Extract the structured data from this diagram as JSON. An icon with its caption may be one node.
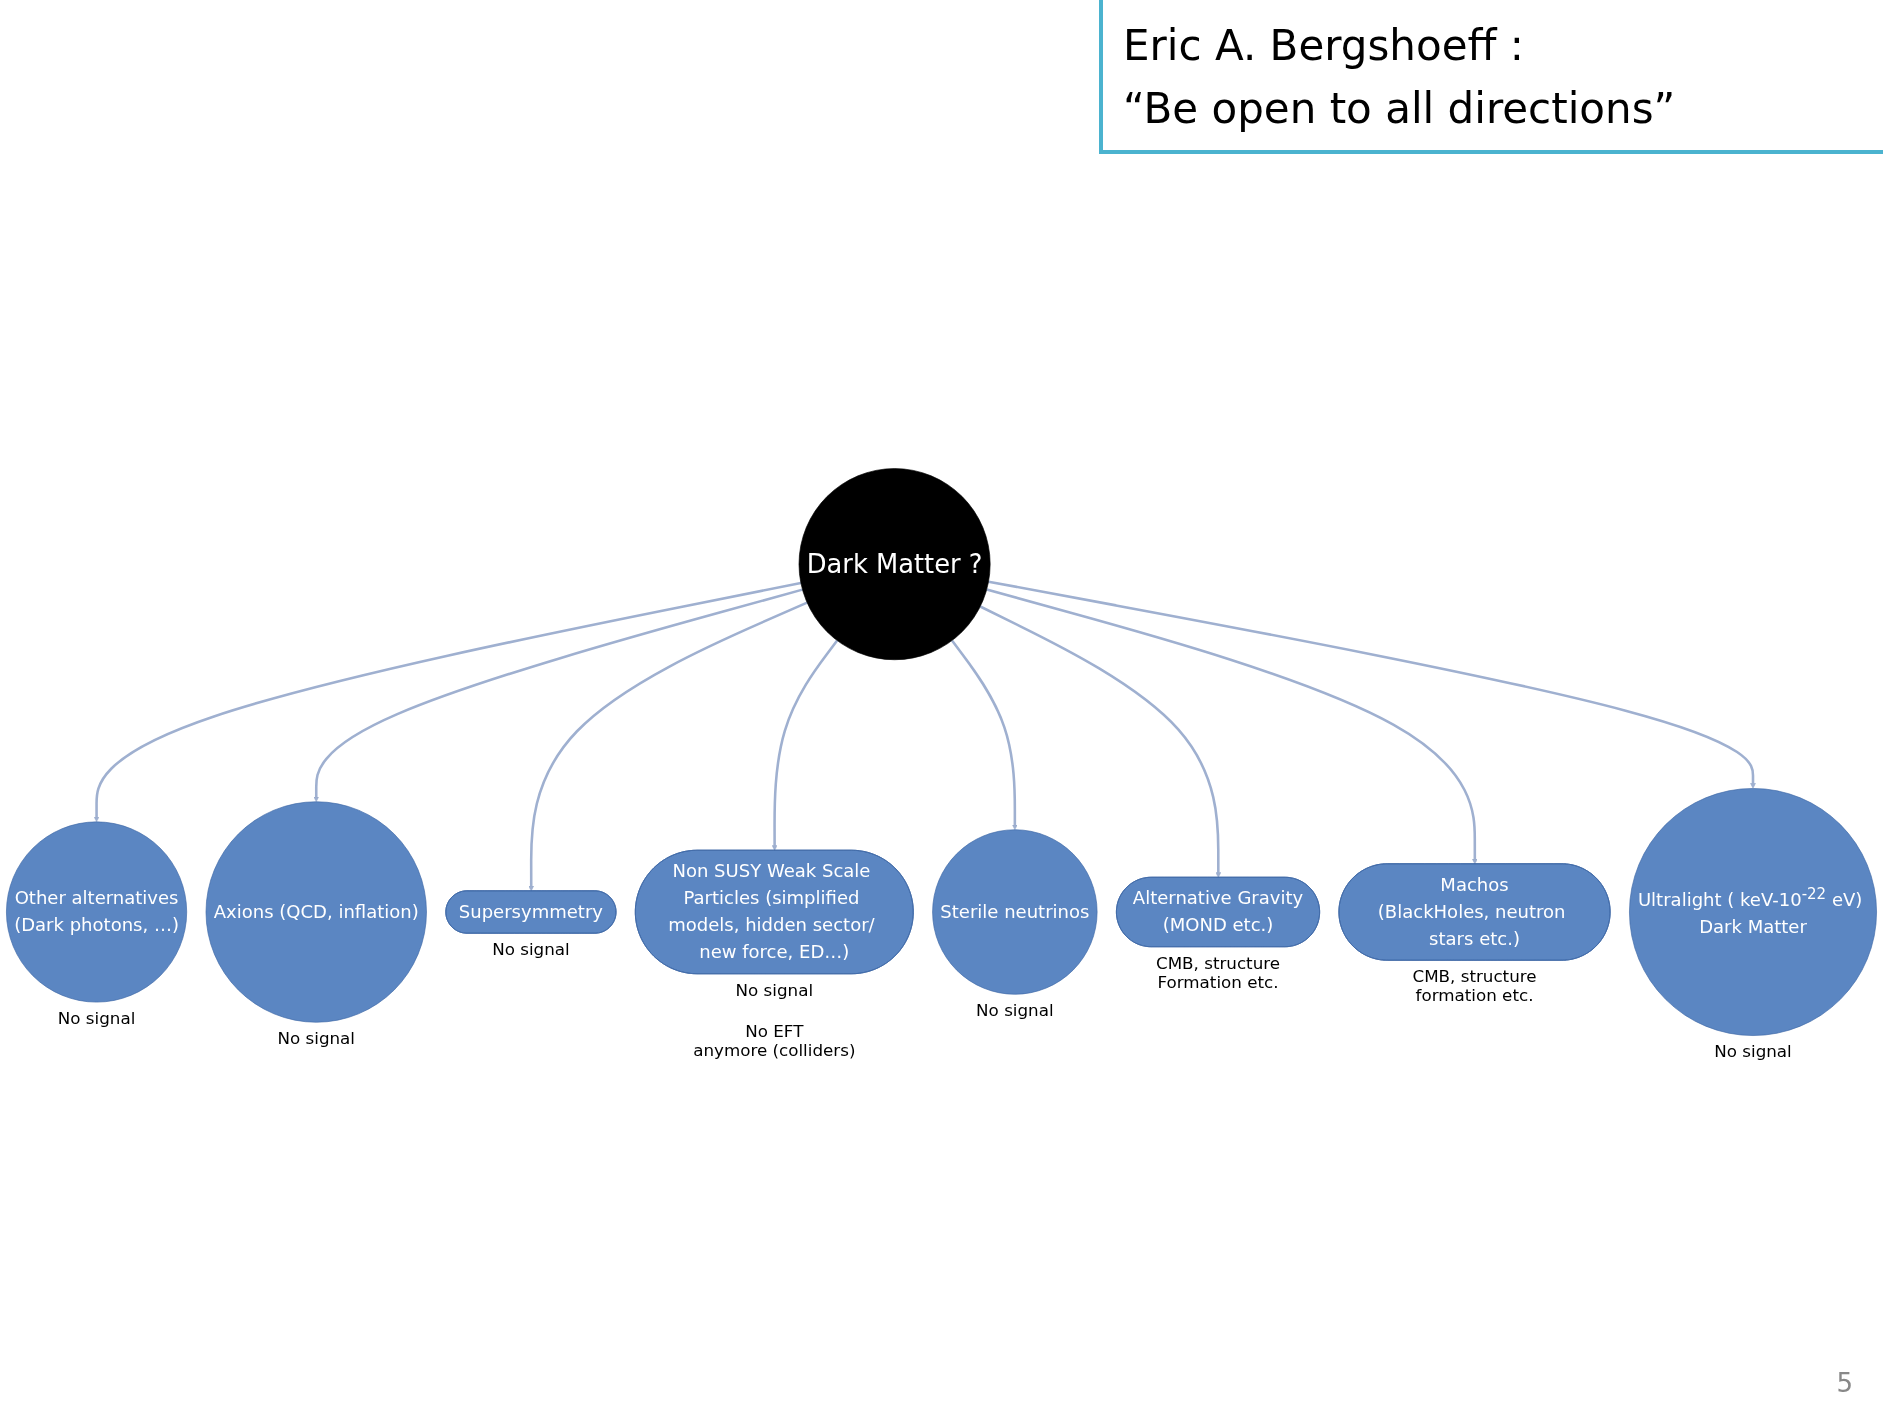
{
  "diagram": {
    "nodes": [
      {
        "text": [
          "Dark Matter ?"
        ]
      },
      {
        "text": [
          "Other alternatives",
          "(Dark photons, …)"
        ],
        "beside": [
          "No signal"
        ]
      },
      {
        "text": [
          "Axions (QCD, inflation)"
        ],
        "beside": [
          "No signal"
        ]
      },
      {
        "text": [
          "Supersymmetry"
        ],
        "beside": [
          "No signal"
        ]
      },
      {
        "text": [
          "Non SUSY Weak Scale Particles (simplified models, hidden sector/ new force, ED…)"
        ],
        "beside": [
          "No signal",
          "No EFT anymore (colliders)"
        ]
      },
      {
        "text": [
          "Sterile neutrinos"
        ],
        "beside": [
          "No signal"
        ]
      },
      {
        "text": [
          "Alternative Gravity",
          "(MOND etc.)"
        ],
        "beside": [
          "CMB, structure Formation etc."
        ]
      },
      {
        "text": [
          "Machos",
          "(BlackHoles, neutron stars etc.)"
        ],
        "beside": [
          "CMB, structure formation etc."
        ]
      },
      {
        "text": [
          "Ultralight ( keV-10$^{-22}$ eV) Dark Matter"
        ],
        "beside": [
          "No signal"
        ]
      }
    ],
    "edges": [
      {
        "from": 0,
        "to": 1,
        "arrow": "to"
      },
      {
        "from": 0,
        "to": 2,
        "arrow": "to"
      },
      {
        "from": 0,
        "to": 3,
        "arrow": "to"
      },
      {
        "from": 0,
        "to": 4,
        "arrow": "to"
      },
      {
        "from": 0,
        "to": 5,
        "arrow": "to"
      },
      {
        "from": 0,
        "to": 6,
        "arrow": "to"
      },
      {
        "from": 0,
        "to": 7,
        "arrow": "to"
      },
      {
        "from": 0,
        "to": 8,
        "arrow": "to"
      }
    ],
    "labels": [
      "Eric A. Bergshoeff :",
      "“Be open to all directions”",
      "5"
    ]
  }
}
